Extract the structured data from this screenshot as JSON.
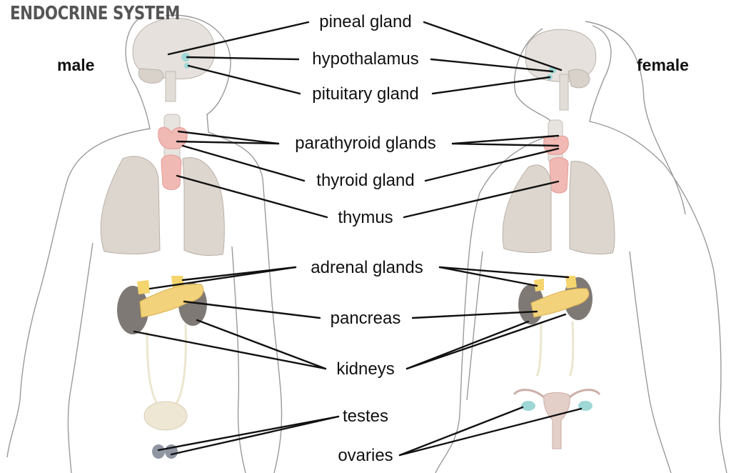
{
  "title": "ENDOCRINE SYSTEM",
  "figures": {
    "left": "male",
    "right": "female"
  },
  "labels": {
    "pineal": "pineal gland",
    "hypothalamus": "hypothalamus",
    "pituitary": "pituitary gland",
    "parathyroid": "parathyroid glands",
    "thyroid": "thyroid gland",
    "thymus": "thymus",
    "adrenal": "adrenal glands",
    "pancreas": "pancreas",
    "kidneys": "kidneys",
    "testes": "testes",
    "ovaries": "ovaries"
  },
  "colors": {
    "outline": "#9a9a9a",
    "brain": "#e6e1dc",
    "lung": "#ddd6cf",
    "thyroid": "#f1b9b4",
    "kidney": "#7f7975",
    "adrenal": "#f4d56e",
    "pancreas": "#f2d27a",
    "gland_accent": "#9ed7d6",
    "leader": "#111111"
  }
}
